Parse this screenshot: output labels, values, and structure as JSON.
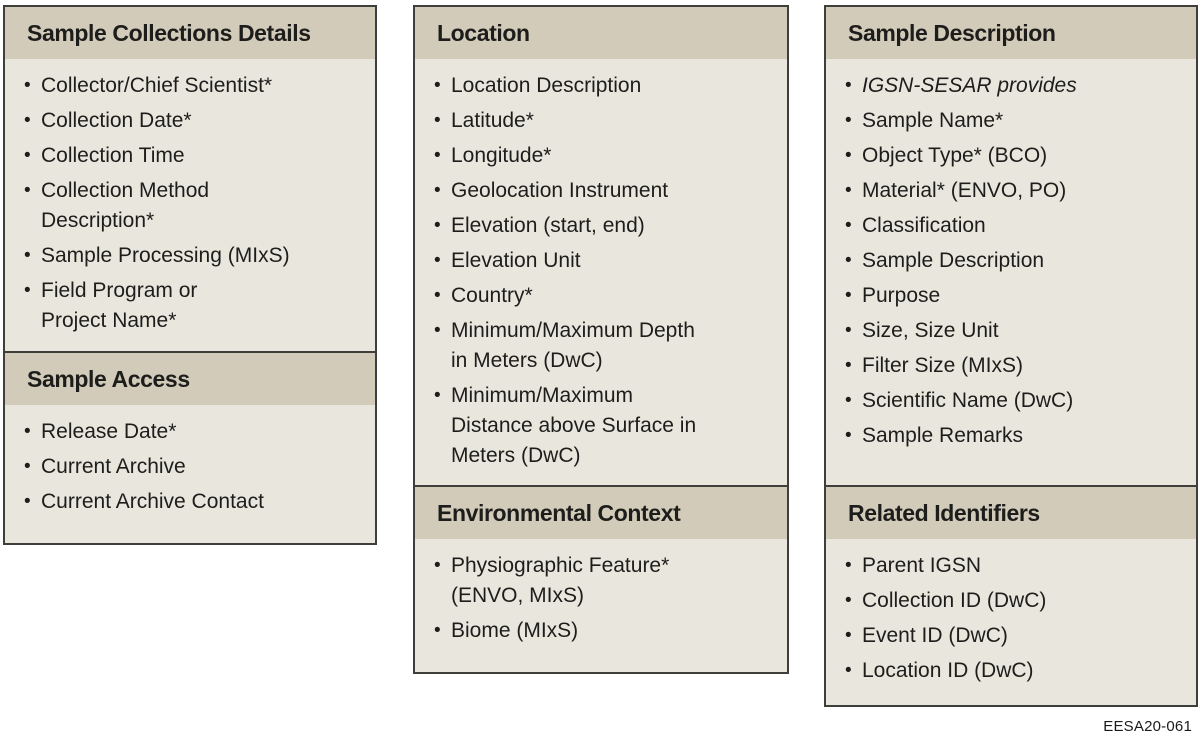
{
  "ui": {
    "bullet": "•"
  },
  "colors": {
    "header_bg": "#d2cbb9",
    "body_bg": "#e9e7dd",
    "border": "#3e3e3a",
    "text": "#1d1d1b"
  },
  "figure_code": "EESA20-061",
  "columns": [
    {
      "sections": [
        {
          "title": "Sample Collections Details",
          "items": [
            {
              "text": "Collector/Chief Scientist*"
            },
            {
              "text": "Collection Date*"
            },
            {
              "text": "Collection Time"
            },
            {
              "text": "Collection Method\nDescription*"
            },
            {
              "text": "Sample Processing (MIxS)"
            },
            {
              "text": "Field Program or\nProject Name*"
            }
          ]
        },
        {
          "title": "Sample Access",
          "items": [
            {
              "text": "Release Date*"
            },
            {
              "text": "Current Archive"
            },
            {
              "text": "Current Archive Contact"
            }
          ]
        }
      ]
    },
    {
      "sections": [
        {
          "title": "Location",
          "items": [
            {
              "text": "Location Description"
            },
            {
              "text": "Latitude*"
            },
            {
              "text": "Longitude*"
            },
            {
              "text": "Geolocation Instrument"
            },
            {
              "text": "Elevation (start, end)"
            },
            {
              "text": "Elevation Unit"
            },
            {
              "text": "Country*"
            },
            {
              "text": "Minimum/Maximum Depth\nin Meters (DwC)"
            },
            {
              "text": "Minimum/Maximum\nDistance above Surface in\nMeters (DwC)"
            }
          ]
        },
        {
          "title": "Environmental Context",
          "items": [
            {
              "text": "Physiographic Feature*\n(ENVO, MIxS)"
            },
            {
              "text": "Biome (MIxS)"
            }
          ]
        }
      ]
    },
    {
      "sections": [
        {
          "title": "Sample Description",
          "items": [
            {
              "text": "IGSN-SESAR provides",
              "italic": true
            },
            {
              "text": "Sample Name*"
            },
            {
              "text": "Object Type* (BCO)"
            },
            {
              "text": "Material* (ENVO, PO)"
            },
            {
              "text": "Classification"
            },
            {
              "text": "Sample Description"
            },
            {
              "text": "Purpose"
            },
            {
              "text": "Size, Size Unit"
            },
            {
              "text": "Filter Size (MIxS)"
            },
            {
              "text": "Scientific Name (DwC)"
            },
            {
              "text": "Sample Remarks"
            }
          ]
        },
        {
          "title": "Related Identifiers",
          "items": [
            {
              "text": "Parent IGSN"
            },
            {
              "text": "Collection ID (DwC)"
            },
            {
              "text": "Event ID (DwC)"
            },
            {
              "text": "Location ID (DwC)"
            }
          ]
        }
      ]
    }
  ]
}
